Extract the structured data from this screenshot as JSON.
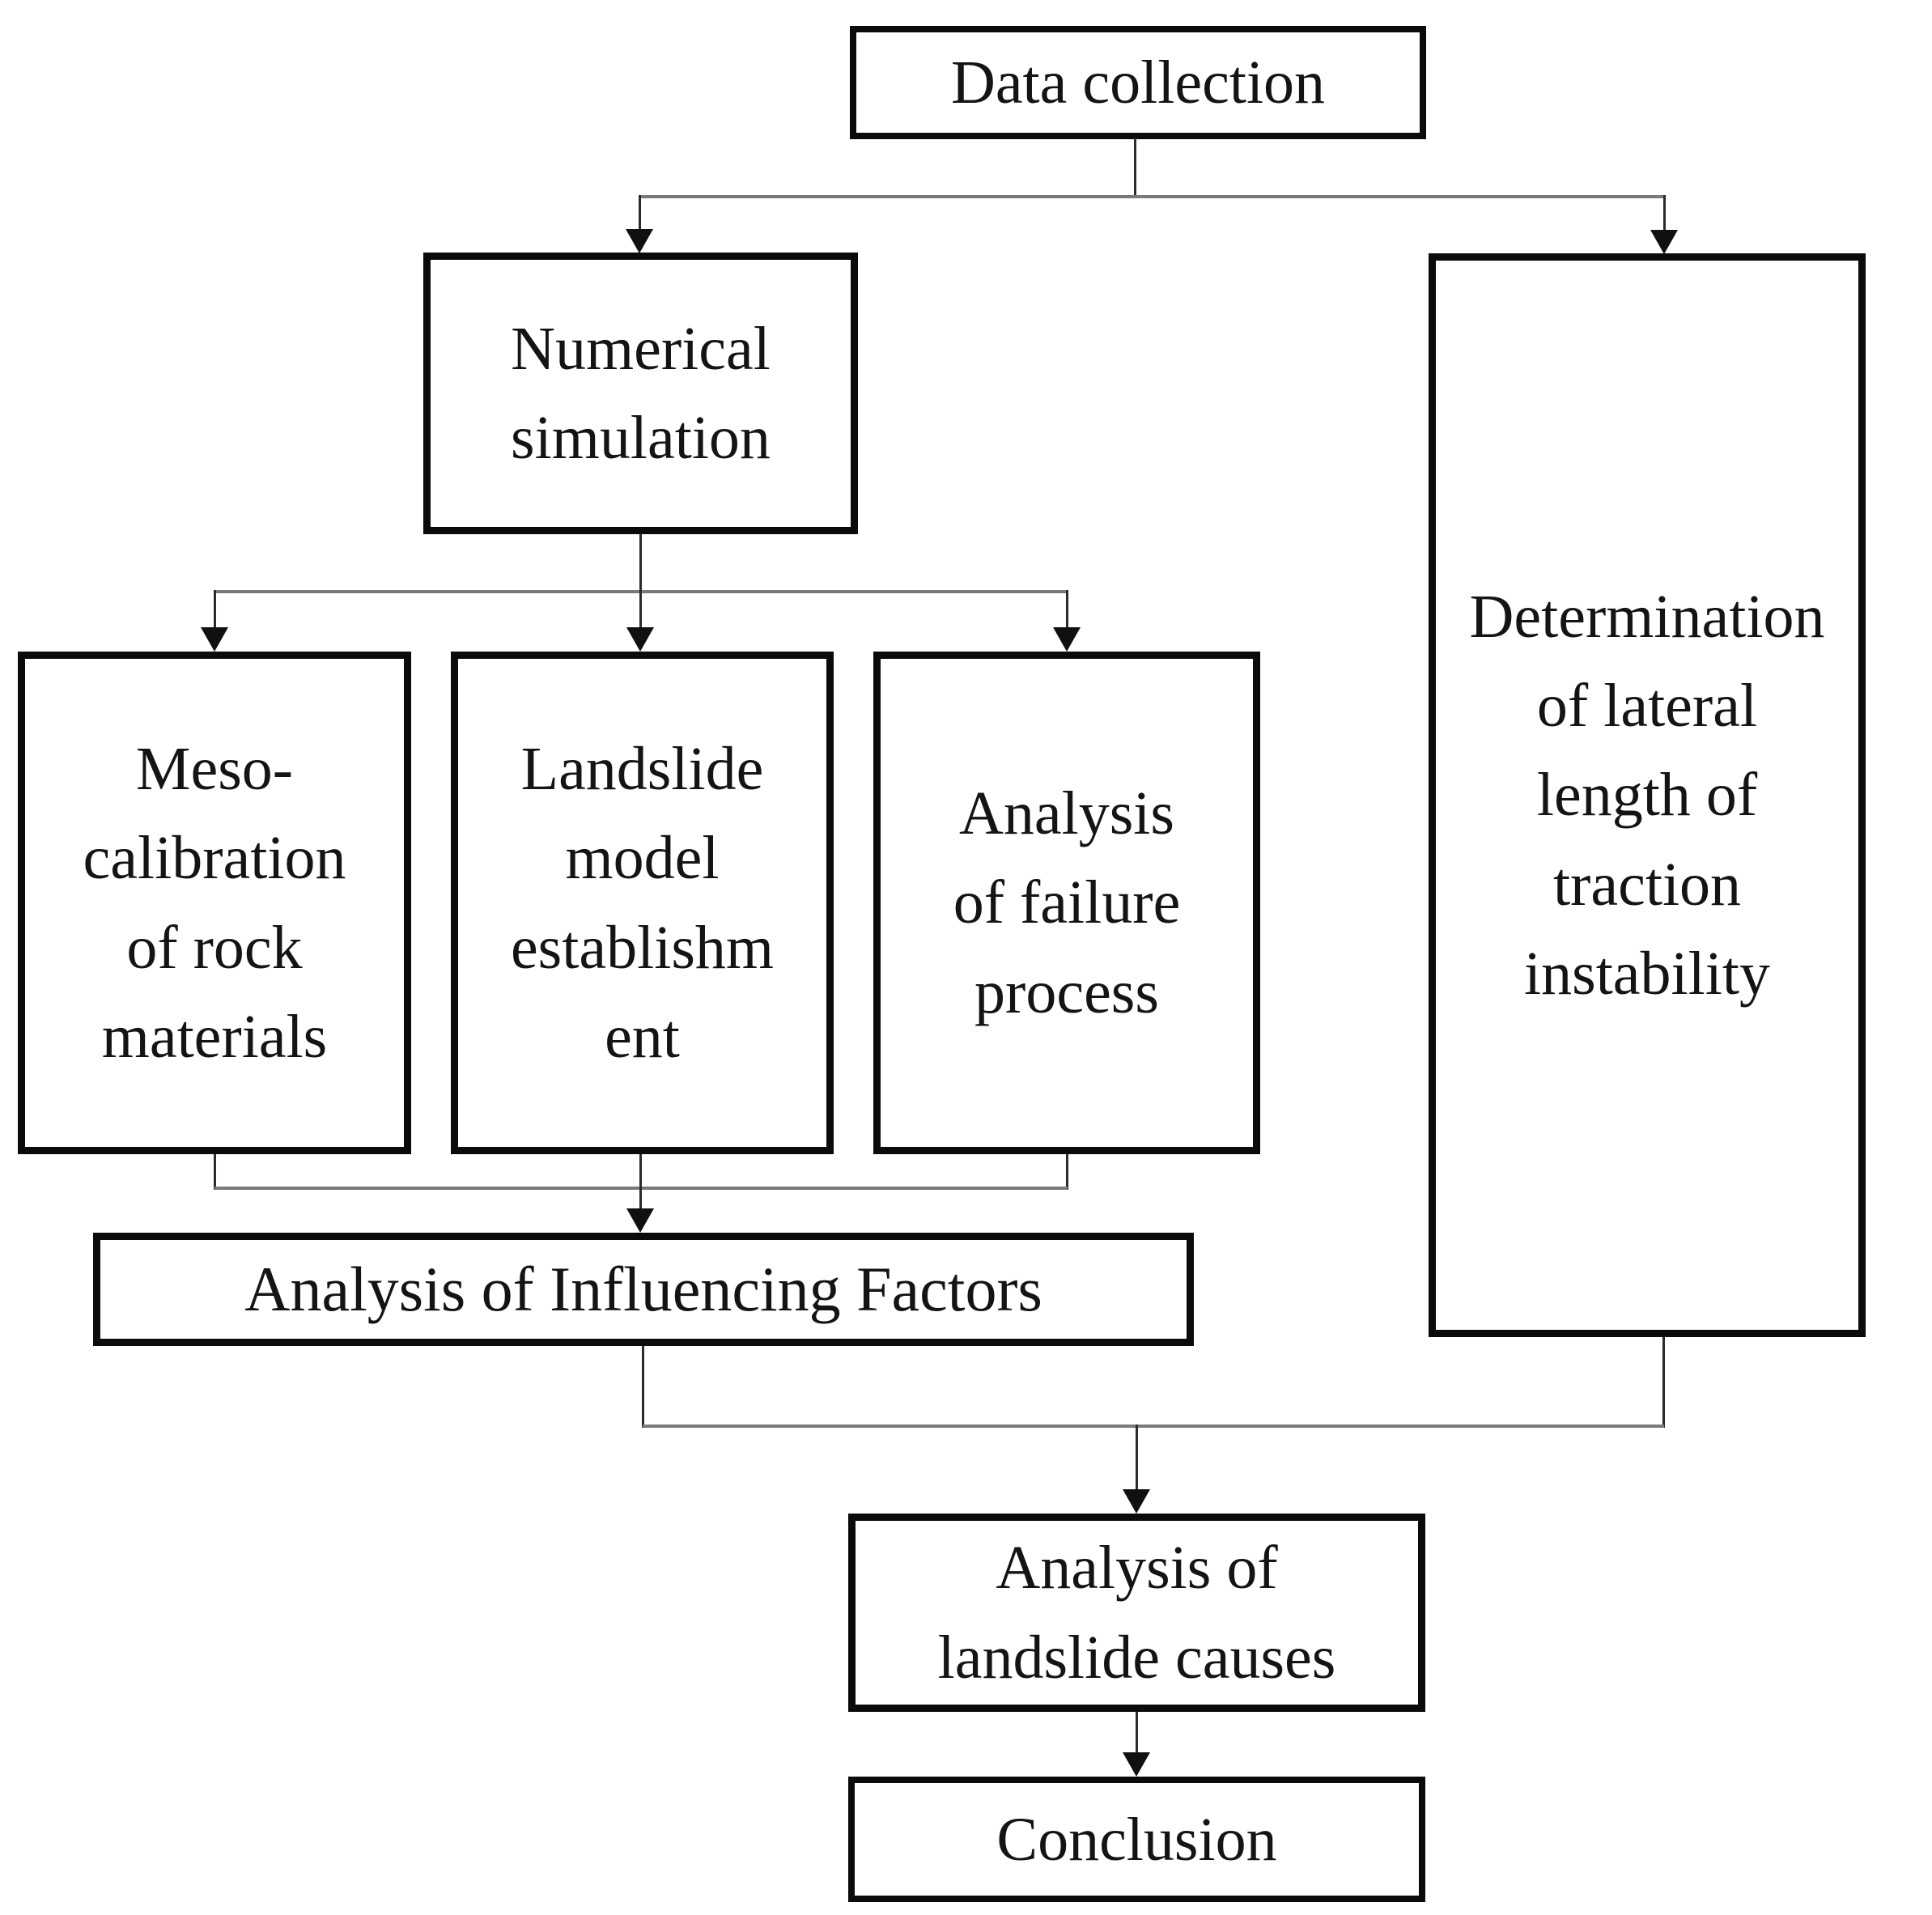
{
  "figure": {
    "kind": "flowchart",
    "background": "#ffffff",
    "palette": {
      "box_border": "#0b0b0b",
      "text": "#141414",
      "connector_rail": "#7a7a7a",
      "connector_stem": "#2b2b2b",
      "arrowhead": "#101010"
    }
  },
  "nodes": {
    "data_collection": {
      "label": "Data collection"
    },
    "numerical_simulation": {
      "label": "Numerical\nsimulation"
    },
    "determination": {
      "label": "Determination\nof lateral\nlength of\ntraction\ninstability"
    },
    "meso_calibration": {
      "label": "Meso-\ncalibration\nof rock\nmaterials"
    },
    "landslide_model": {
      "label": "Landslide\nmodel\nestablishm\nent"
    },
    "failure_process": {
      "label": "Analysis\nof failure\nprocess"
    },
    "influencing_factors": {
      "label": "Analysis of Influencing Factors"
    },
    "landslide_causes": {
      "label": "Analysis of\nlandslide causes"
    },
    "conclusion": {
      "label": "Conclusion"
    }
  },
  "edges": [
    {
      "from": "data_collection",
      "to": "numerical_simulation"
    },
    {
      "from": "data_collection",
      "to": "determination"
    },
    {
      "from": "numerical_simulation",
      "to": "meso_calibration"
    },
    {
      "from": "numerical_simulation",
      "to": "landslide_model"
    },
    {
      "from": "numerical_simulation",
      "to": "failure_process"
    },
    {
      "from": "meso_calibration",
      "to": "influencing_factors"
    },
    {
      "from": "landslide_model",
      "to": "influencing_factors"
    },
    {
      "from": "failure_process",
      "to": "influencing_factors"
    },
    {
      "from": "influencing_factors",
      "to": "landslide_causes"
    },
    {
      "from": "determination",
      "to": "landslide_causes"
    },
    {
      "from": "landslide_causes",
      "to": "conclusion"
    }
  ]
}
